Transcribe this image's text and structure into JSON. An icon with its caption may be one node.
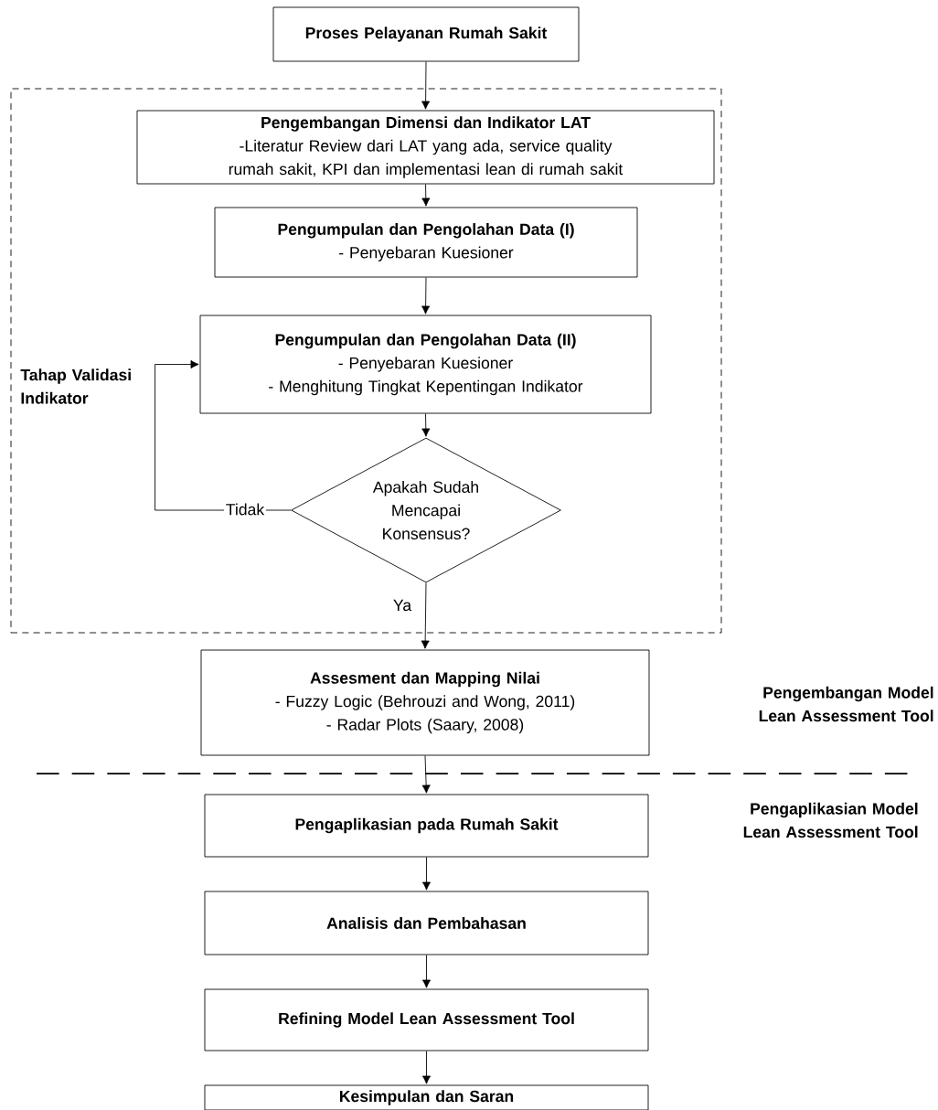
{
  "diagram": {
    "nodes": [
      {
        "text": [
          "Proses Pelayanan Rumah Sakit"
        ]
      },
      {
        "text": [
          "Tahap Validasi Indikator"
        ]
      },
      {
        "text": [
          "Pengembangan Dimensi dan Indikator LAT",
          "-Literatur Review dari LAT yang ada, service quality rumah sakit, KPI dan implementasi lean di rumah sakit"
        ],
        "in": 1
      },
      {
        "text": [
          "Pengumpulan dan Pengolahan Data (I)",
          "- Penyebaran Kuesioner"
        ],
        "in": 1
      },
      {
        "text": [
          "Pengumpulan dan Pengolahan Data (II)",
          "- Penyebaran Kuesioner",
          "- Menghitung Tingkat Kepentingan Indikator"
        ],
        "in": 1
      },
      {
        "text": [
          "Apakah Sudah Mencapai Konsensus?"
        ],
        "in": 1
      },
      {
        "text": [
          "Assesment dan Mapping Nilai",
          "- Fuzzy Logic (Behrouzi and Wong, 2011)",
          "- Radar Plots (Saary, 2008)"
        ]
      },
      {
        "text": [
          "Pengaplikasian pada Rumah Sakit"
        ]
      },
      {
        "text": [
          "Analisis dan Pembahasan"
        ]
      },
      {
        "text": [
          "Refining Model Lean Assessment Tool"
        ]
      },
      {
        "text": [
          "Kesimpulan dan Saran"
        ]
      }
    ],
    "edges": [
      {
        "from": 0,
        "to": 2,
        "arrow": "to"
      },
      {
        "from": 2,
        "to": 3,
        "arrow": "to"
      },
      {
        "from": 3,
        "to": 4,
        "arrow": "to"
      },
      {
        "from": 4,
        "to": 5,
        "arrow": "to"
      },
      {
        "from": 5,
        "to": 4,
        "arrow": "to",
        "label": "Tidak"
      },
      {
        "from": 5,
        "to": 6,
        "arrow": "to",
        "label": "Ya"
      },
      {
        "from": 6,
        "to": 7,
        "arrow": "to"
      },
      {
        "from": 7,
        "to": 8,
        "arrow": "to"
      },
      {
        "from": 8,
        "to": 9,
        "arrow": "to"
      },
      {
        "from": 9,
        "to": 10,
        "arrow": "to"
      }
    ],
    "labels": [
      "Pengembangan Model Lean Assessment Tool",
      "Pengaplikasian Model Lean Assessment Tool"
    ]
  }
}
